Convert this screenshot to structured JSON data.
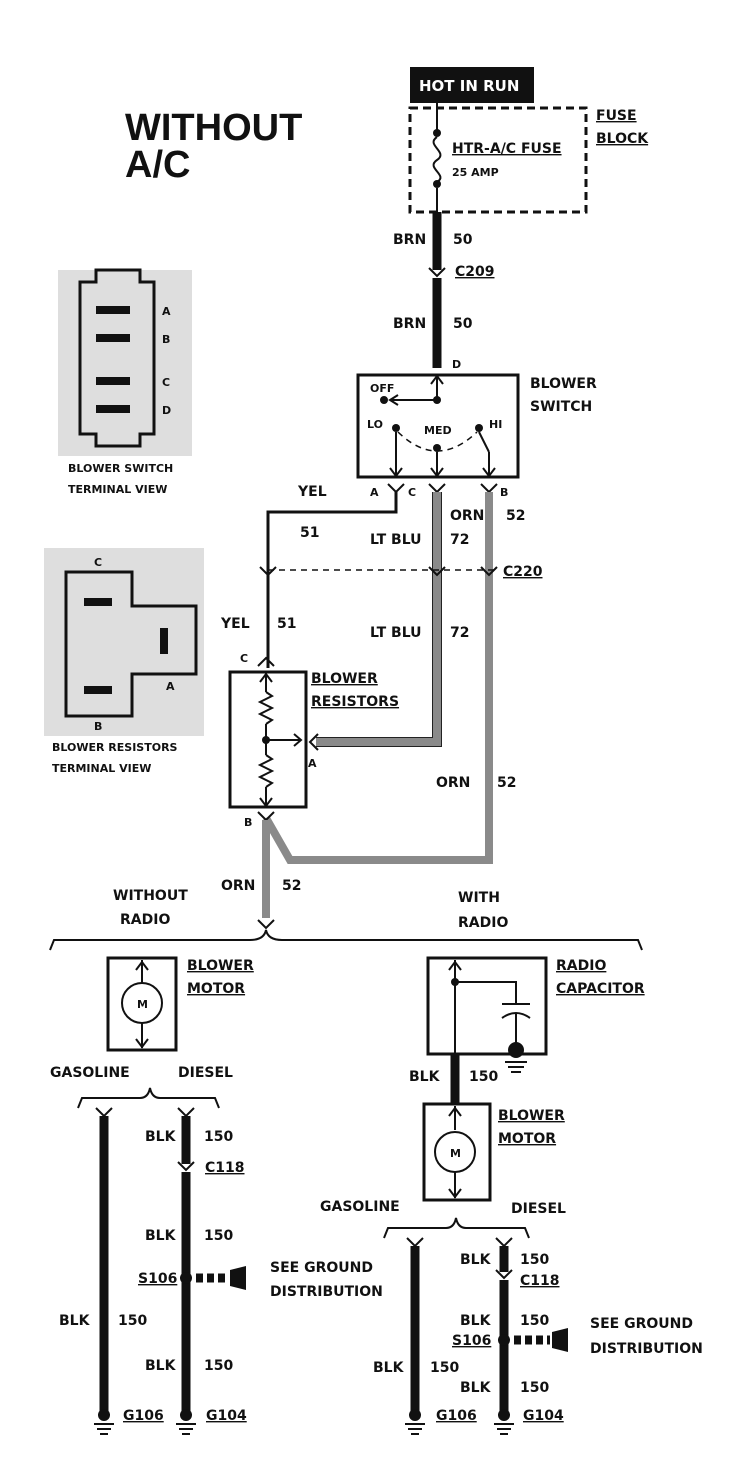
{
  "title_line1": "WITHOUT",
  "title_line2": "A/C",
  "hot_in_run": "HOT IN RUN",
  "fuse": {
    "name": "HTR-A/C FUSE",
    "rating": "25 AMP",
    "block_line1": "FUSE",
    "block_line2": "BLOCK"
  },
  "wires": {
    "brn": "BRN",
    "brn_num": "50",
    "yel": "YEL",
    "yel_num": "51",
    "ltblu": "LT BLU",
    "ltblu_num": "72",
    "orn": "ORN",
    "orn_num": "52",
    "blk": "BLK",
    "blk_num": "150"
  },
  "connectors": {
    "c209": "C209",
    "c220": "C220",
    "c118": "C118",
    "s106": "S106",
    "g106": "G106",
    "g104": "G104"
  },
  "switch": {
    "line1": "BLOWER",
    "line2": "SWITCH",
    "off": "OFF",
    "lo": "LO",
    "med": "MED",
    "hi": "HI",
    "term_a": "A",
    "term_b": "B",
    "term_c": "C",
    "term_d": "D"
  },
  "switch_view": {
    "line1": "BLOWER SWITCH",
    "line2": "TERMINAL VIEW",
    "a": "A",
    "b": "B",
    "c": "C",
    "d": "D"
  },
  "resistors": {
    "line1": "BLOWER",
    "line2": "RESISTORS",
    "term_a": "A",
    "term_b": "B",
    "term_c": "C"
  },
  "resistor_view": {
    "line1": "BLOWER RESISTORS",
    "line2": "TERMINAL VIEW",
    "a": "A",
    "b": "B",
    "c": "C"
  },
  "without_radio": {
    "line1": "WITHOUT",
    "line2": "RADIO"
  },
  "with_radio": {
    "line1": "WITH",
    "line2": "RADIO"
  },
  "motor": {
    "line1": "BLOWER",
    "line2": "MOTOR",
    "symbol": "M"
  },
  "capacitor": {
    "line1": "RADIO",
    "line2": "CAPACITOR"
  },
  "gasoline": "GASOLINE",
  "diesel": "DIESEL",
  "see_ground": {
    "line1": "SEE GROUND",
    "line2": "DISTRIBUTION"
  }
}
